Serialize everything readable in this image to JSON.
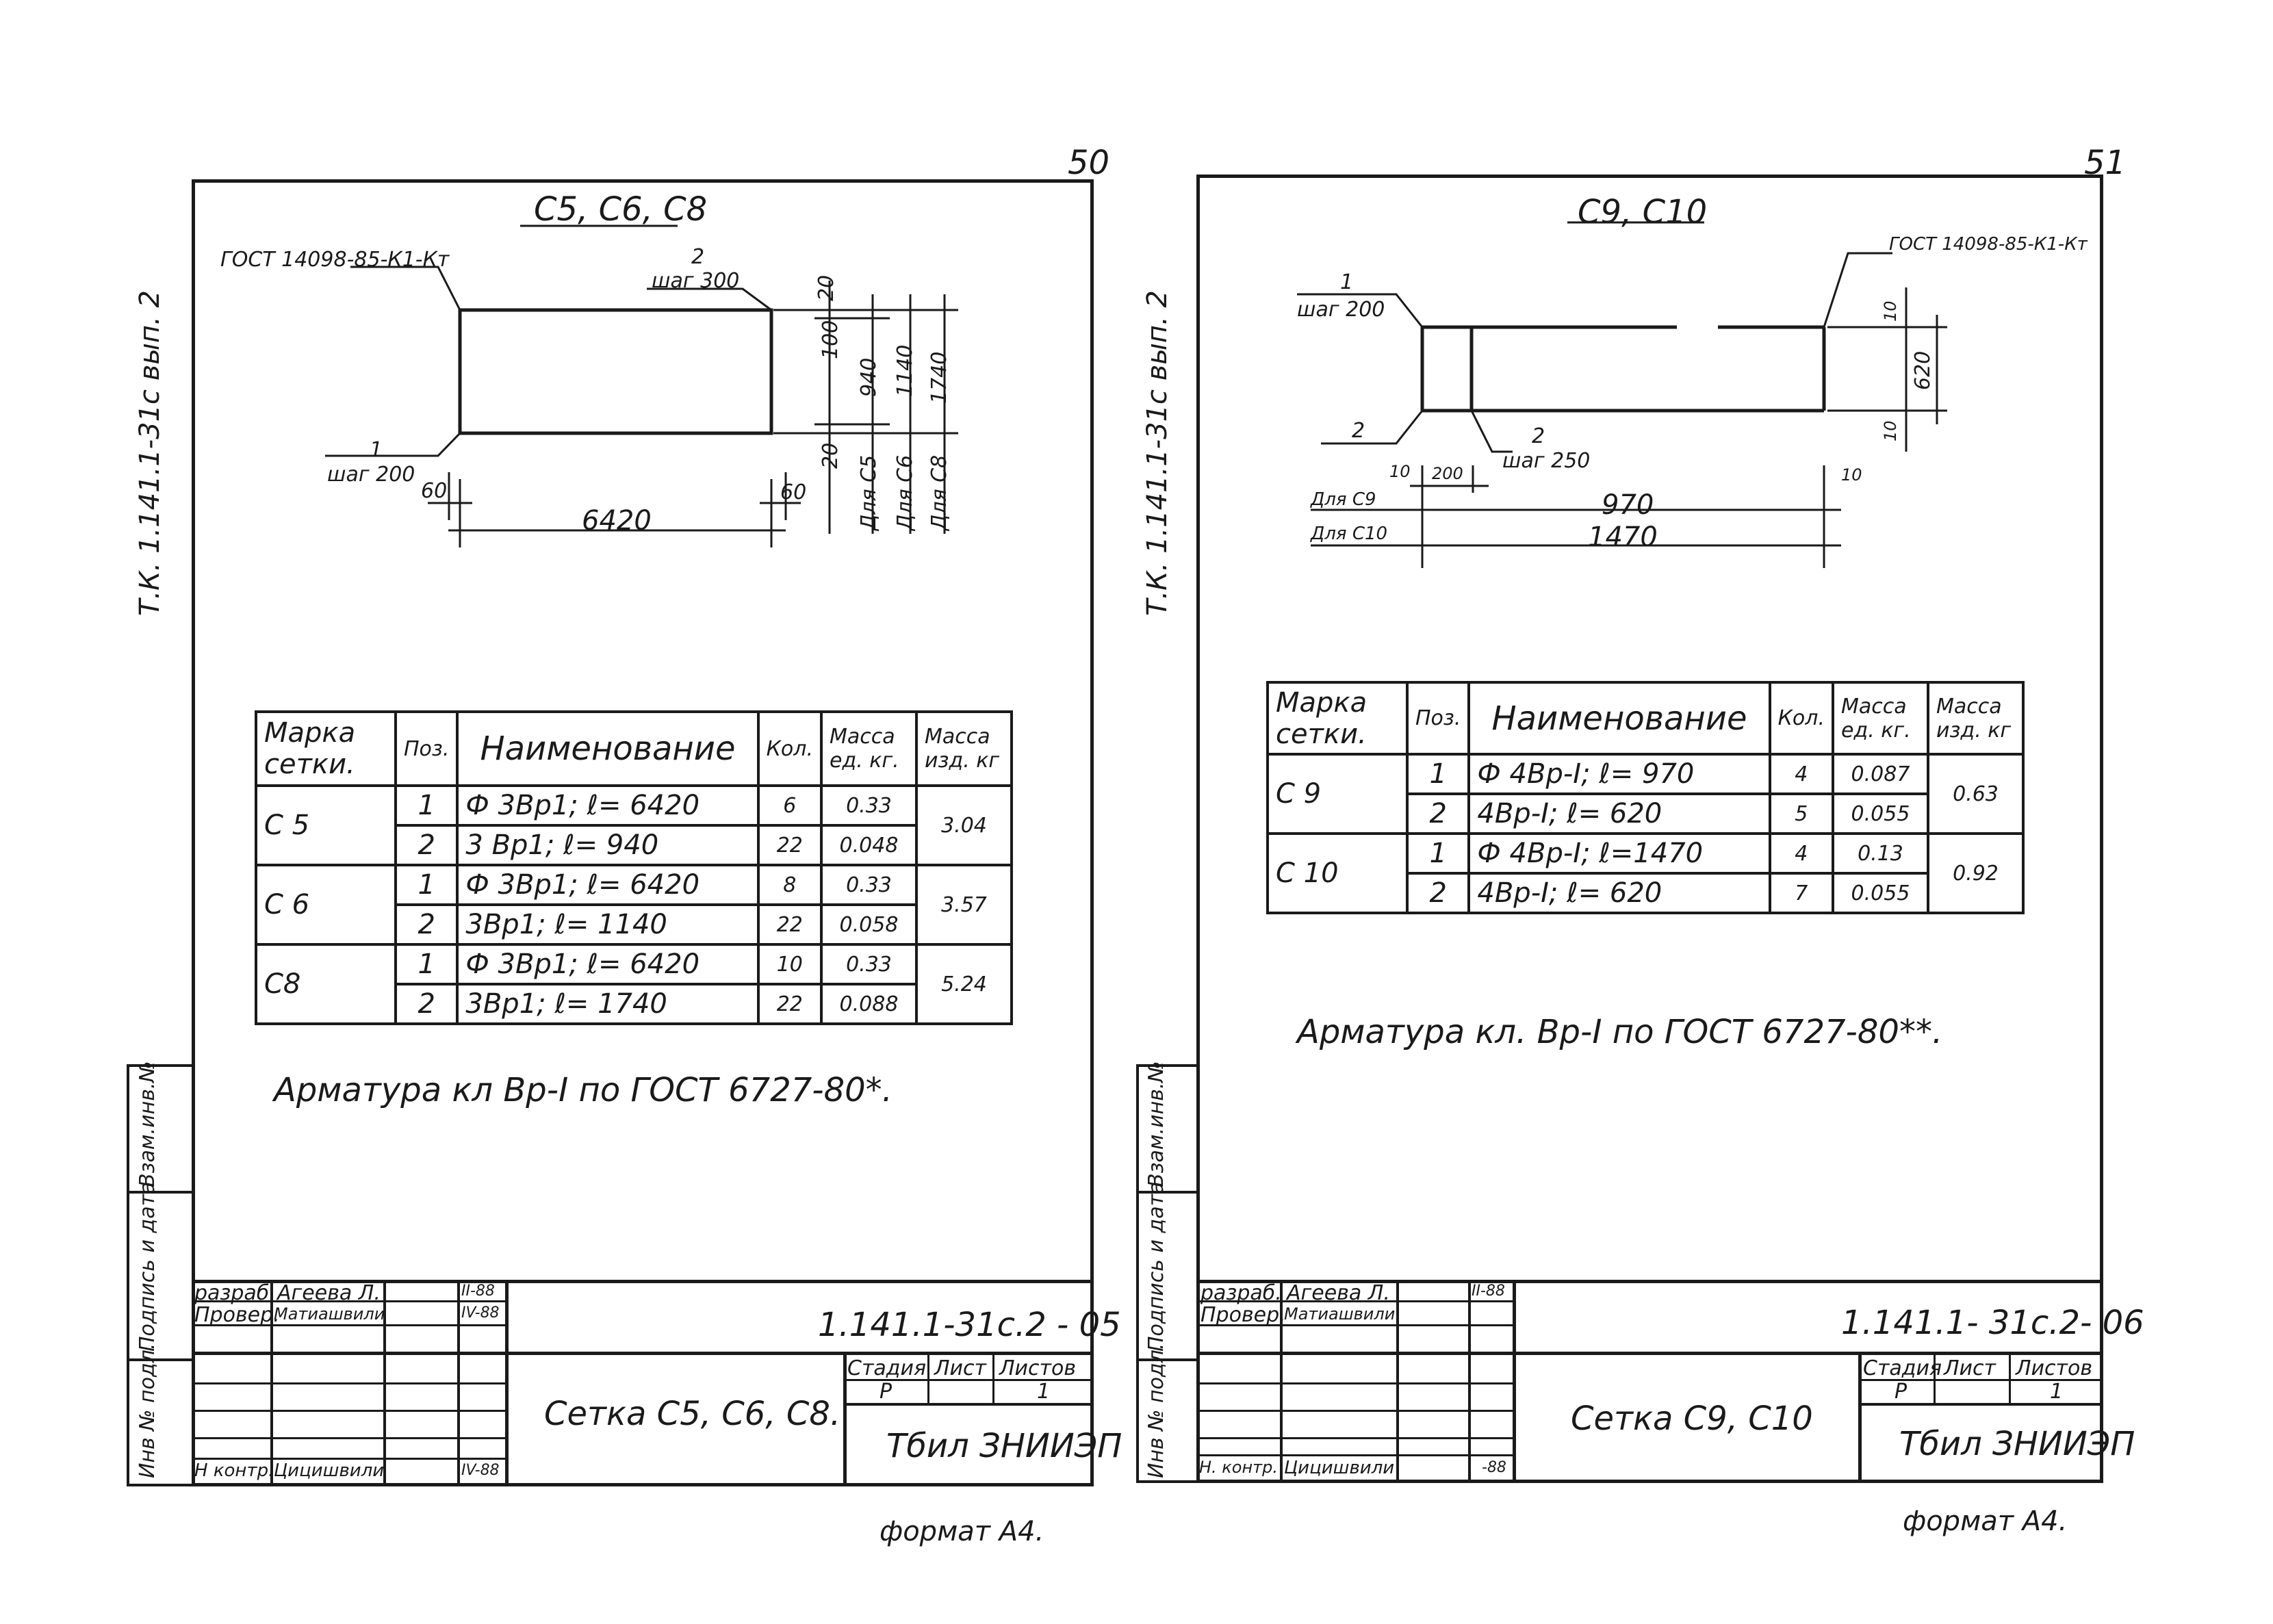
{
  "page_numbers": {
    "left": "50",
    "right": "51"
  },
  "left": {
    "side_label": "Т.К. 1.141.1-31с  вып. 2",
    "drawing_title": "С5, С6, С8",
    "gost_label": "ГОСТ 14098-85-К1-Кт",
    "pos2": "2",
    "pos2_step": "шаг 300",
    "pos1": "1",
    "pos1_step": "шаг 200",
    "dim_60_left": "60",
    "dim_60_right": "60",
    "dim_length": "6420",
    "dim_20_top": "20",
    "dim_100": "100",
    "dim_940": "940",
    "dim_1140": "1140",
    "dim_1740": "1740",
    "dim_20_bottom": "20",
    "dim_for_c5": "Для С5",
    "dim_for_c6": "Для С6",
    "dim_for_c8": "Для С8",
    "table": {
      "h_mark": "Марка сетки.",
      "h_pos": "Поз.",
      "h_name": "Наименование",
      "h_qty": "Кол.",
      "h_mass_unit": "Масса ед. кг.",
      "h_mass_item": "Масса изд. кг",
      "groups": [
        {
          "mark": "С 5",
          "mass": "3.04",
          "rows": [
            {
              "pos": "1",
              "name": "Ф 3Вр1;  ℓ= 6420",
              "qty": "6",
              "mass_unit": "0.33"
            },
            {
              "pos": "2",
              "name": "3 Вр1;  ℓ= 940",
              "qty": "22",
              "mass_unit": "0.048"
            }
          ]
        },
        {
          "mark": "С 6",
          "mass": "3.57",
          "rows": [
            {
              "pos": "1",
              "name": "Ф 3Вр1;  ℓ= 6420",
              "qty": "8",
              "mass_unit": "0.33"
            },
            {
              "pos": "2",
              "name": "3Вр1;  ℓ= 1140",
              "qty": "22",
              "mass_unit": "0.058"
            }
          ]
        },
        {
          "mark": "С8",
          "mass": "5.24",
          "rows": [
            {
              "pos": "1",
              "name": "Ф 3Вр1;  ℓ= 6420",
              "qty": "10",
              "mass_unit": "0.33"
            },
            {
              "pos": "2",
              "name": "3Вр1;  ℓ= 1740",
              "qty": "22",
              "mass_unit": "0.088"
            }
          ]
        }
      ]
    },
    "note": "Арматура  кл  Вр-I  по ГОСТ 6727-80*.",
    "tb": {
      "razrab_label": "разраб.",
      "razrab_name": "Агеева Л.",
      "razrab_date": "II-88",
      "prover_label": "Провер.",
      "prover_name": "Матиашвили",
      "prover_date": "IV-88",
      "nkontr_label": "Н контр.",
      "nkontr_name": "Цицишвили",
      "nkontr_date": "IV-88",
      "code": "1.141.1-31с.2 - 05",
      "title": "Сетка С5, С6, С8.",
      "stage_label": "Стадия",
      "sheet_label": "Лист",
      "sheets_label": "Листов",
      "stage": "Р",
      "sheets": "1",
      "org": "Тбил ЗНИИЭП"
    },
    "stamp_inv": "Инв № подл.",
    "stamp_sign": "Подпись и дата",
    "stamp_vzam": "Взам.инв.№",
    "format": "формат А4."
  },
  "right": {
    "side_label": "Т.К. 1.141.1-31с  вып. 2",
    "drawing_title": "С9, С10",
    "gost_label": "ГОСТ 14098-85-К1-Кт",
    "pos1": "1",
    "pos1_step": "шаг 200",
    "pos2a": "2",
    "pos2b": "2",
    "pos2_step": "шаг 250",
    "dim_10_a": "10",
    "dim_200": "200",
    "dim_10_b": "10",
    "dim_970": "970",
    "dim_1470": "1470",
    "dim_for_c9": "Для С9",
    "dim_for_c10": "Для С10",
    "dim_10_top": "10",
    "dim_620": "620",
    "dim_10_bottom": "10",
    "table": {
      "h_mark": "Марка сетки.",
      "h_pos": "Поз.",
      "h_name": "Наименование",
      "h_qty": "Кол.",
      "h_mass_unit": "Масса ед. кг.",
      "h_mass_item": "Масса изд. кг",
      "groups": [
        {
          "mark": "С 9",
          "mass": "0.63",
          "rows": [
            {
              "pos": "1",
              "name": "Ф 4Вр-I;  ℓ= 970",
              "qty": "4",
              "mass_unit": "0.087"
            },
            {
              "pos": "2",
              "name": "4Вр-I;  ℓ= 620",
              "qty": "5",
              "mass_unit": "0.055"
            }
          ]
        },
        {
          "mark": "С 10",
          "mass": "0.92",
          "rows": [
            {
              "pos": "1",
              "name": "Ф 4Вр-I;  ℓ=1470",
              "qty": "4",
              "mass_unit": "0.13"
            },
            {
              "pos": "2",
              "name": "4Вр-I;  ℓ= 620",
              "qty": "7",
              "mass_unit": "0.055"
            }
          ]
        }
      ]
    },
    "note": "Арматура  кл. Вр-I  по ГОСТ 6727-80**.",
    "tb": {
      "razrab_label": "разраб.",
      "razrab_name": "Агеева Л.",
      "razrab_date": "II-88",
      "prover_label": "Провер.",
      "prover_name": "Матиашвили",
      "nkontr_label": "Н. контр.",
      "nkontr_name": "Цицишвили",
      "nkontr_date": "-88",
      "code": "1.141.1- 31с.2- 06",
      "title": "Сетка С9, С10",
      "stage_label": "Стадия",
      "sheet_label": "Лист",
      "sheets_label": "Листов",
      "stage": "Р",
      "sheets": "1",
      "org": "Тбил ЗНИИЭП"
    },
    "stamp_inv": "Инв № подл.",
    "stamp_sign": "Подпись и дата",
    "stamp_vzam": "Взам.инв.№",
    "format": "формат А4."
  }
}
